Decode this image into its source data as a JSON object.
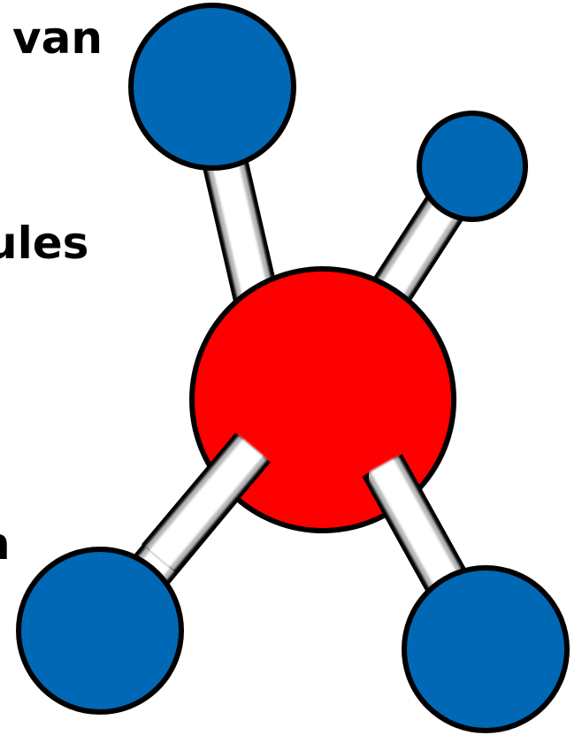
{
  "text_fragments": [
    "van",
    "ules",
    "n"
  ],
  "molecule": {
    "atoms": [
      {
        "id": "central",
        "color": "#ff0000",
        "role": "central atom"
      },
      {
        "id": "top-left",
        "color": "#0068b4"
      },
      {
        "id": "top-right",
        "color": "#0068b4"
      },
      {
        "id": "bottom-left",
        "color": "#0068b4"
      },
      {
        "id": "bottom-right",
        "color": "#0068b4"
      }
    ],
    "bond_color": "#ffffff",
    "outline_color": "#000000"
  }
}
